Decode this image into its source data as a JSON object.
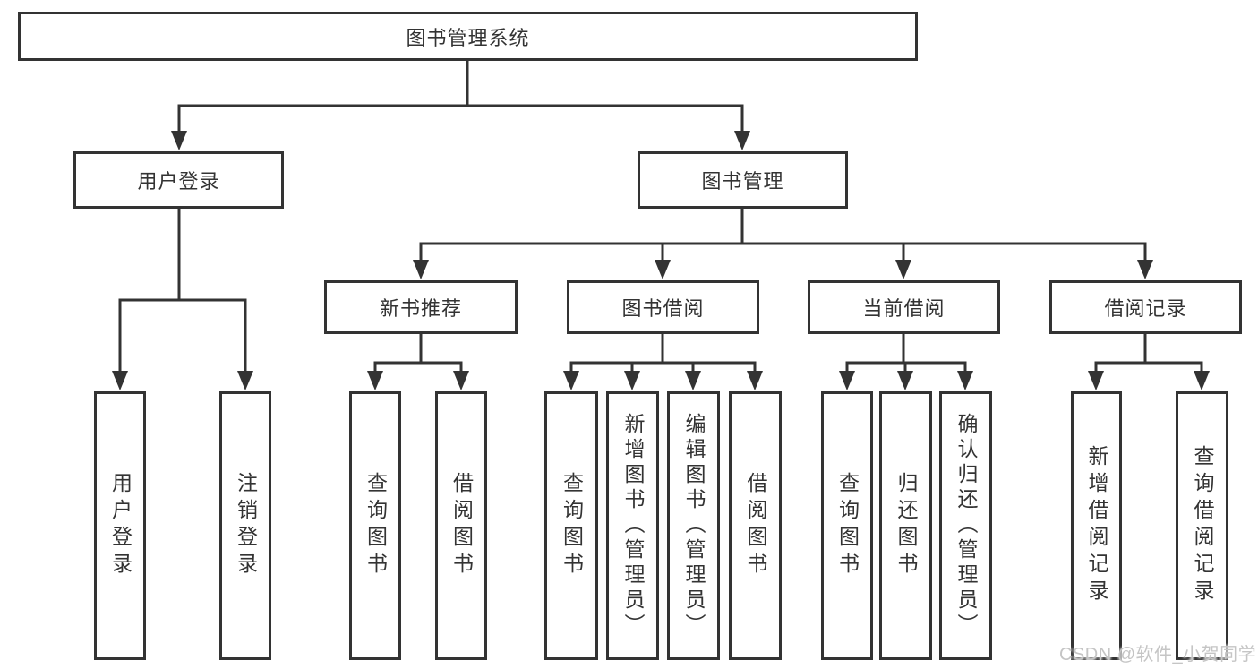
{
  "tree": {
    "root": {
      "label": "图书管理系统"
    },
    "level2": [
      {
        "label": "用户登录"
      },
      {
        "label": "图书管理"
      }
    ],
    "level3": [
      {
        "label": "新书推荐"
      },
      {
        "label": "图书借阅"
      },
      {
        "label": "当前借阅"
      },
      {
        "label": "借阅记录"
      }
    ],
    "leaves": {
      "user_login": [
        {
          "label": "用户登录"
        },
        {
          "label": "注销登录"
        }
      ],
      "new_book_recommend": [
        {
          "label": "查询图书"
        },
        {
          "label": "借阅图书"
        }
      ],
      "book_borrowing": [
        {
          "label": "查询图书"
        },
        {
          "label": "新增图书（管理员）"
        },
        {
          "label": "编辑图书（管理员）"
        },
        {
          "label": "借阅图书"
        }
      ],
      "current_borrowing": [
        {
          "label": "查询图书"
        },
        {
          "label": "归还图书"
        },
        {
          "label": "确认归还（管理员）"
        }
      ],
      "borrowing_records": [
        {
          "label": "新增借阅记录"
        },
        {
          "label": "查询借阅记录"
        }
      ]
    }
  },
  "watermark": {
    "text": "CSDN @软件_小贺同学"
  },
  "colors": {
    "line": "#333333",
    "box_border": "#333333",
    "text": "#333333",
    "background": "#ffffff",
    "watermark": "#c5c5c5"
  }
}
